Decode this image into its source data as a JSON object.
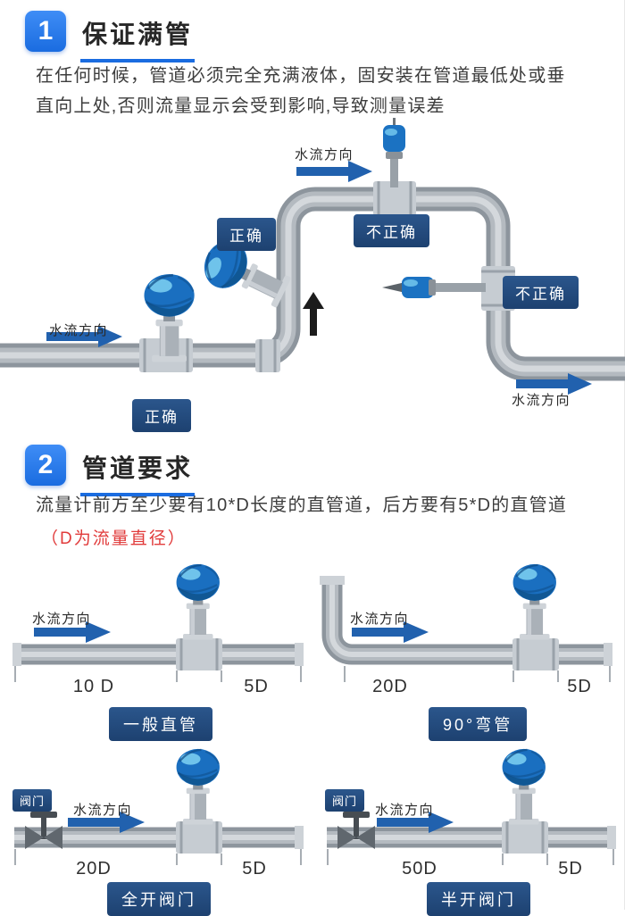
{
  "colors": {
    "accent": "#1a6ce0",
    "tag-bg": "#1d4170",
    "arrow-blue": "#2161ae",
    "note-red": "#e13b3b",
    "pipe-gray": "#8d959d",
    "meter-blue": "#1a6fc0"
  },
  "section1": {
    "badge": "1",
    "title": "保证满管",
    "body": "在任何时候，管道必须完全充满液体，固安装在管道最低处或垂直向上处,否则流量显示会受到影响,导致测量误差",
    "labels": {
      "flow_top": "水流方向",
      "flow_left": "水流方向",
      "flow_bottom_right": "水流方向",
      "correct_side": "正确",
      "incorrect_top": "不正确",
      "incorrect_right": "不正确",
      "correct_bottom": "正确"
    }
  },
  "section2": {
    "badge": "2",
    "title": "管道要求",
    "body": "流量计前方至少要有10*D长度的直管道，后方要有5*D的直管道",
    "note": "（D为流量直径）",
    "diagrams": [
      {
        "flow": "水流方向",
        "dim_front": "10 D",
        "dim_back": "5D",
        "name": "一般直管"
      },
      {
        "flow": "水流方向",
        "dim_front": "20D",
        "dim_back": "5D",
        "name": "90°弯管"
      },
      {
        "flow": "水流方向",
        "valve": "阀门",
        "dim_front": "20D",
        "dim_back": "5D",
        "name": "全开阀门"
      },
      {
        "flow": "水流方向",
        "valve": "阀门",
        "dim_front": "50D",
        "dim_back": "5D",
        "name": "半开阀门"
      }
    ]
  }
}
